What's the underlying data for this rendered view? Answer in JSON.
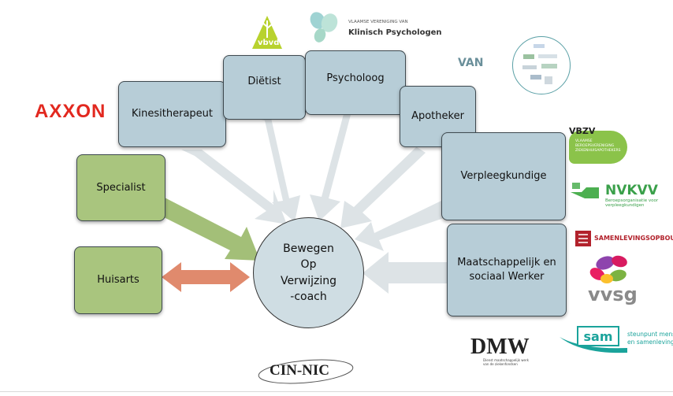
{
  "diagram": {
    "center": {
      "line1": "Bewegen",
      "line2": "Op",
      "line3": "Verwijzing",
      "line4": "-coach"
    },
    "nodes": {
      "kinesitherapeut": "Kinesitherapeut",
      "dietist": "Diëtist",
      "psycholoog": "Psycholoog",
      "apotheker": "Apotheker",
      "verpleegkundige": "Verpleegkundige",
      "maatschappelijk_line1": "Maatschappelijk en",
      "maatschappelijk_line2": "sociaal Werker",
      "specialist": "Specialist",
      "huisarts": "Huisarts"
    },
    "colors": {
      "blue_box": "#b7cdd7",
      "green_box": "#a9c57e",
      "arrow_light": "#dde3e6",
      "arrow_green": "#a3bf78",
      "arrow_red": "#e08a6d"
    }
  },
  "logos": {
    "axxon": "AXXON",
    "vbvd": "vbvd",
    "vvkp_line1": "VLAAMSE VERENIGING VAN",
    "vvkp_line2": "Klinisch Psychologen",
    "van": "VAN",
    "vbzv_title": "VBZV",
    "vbzv_sub": "VLAAMSE BEROEPSVERENIGING ZIEKENHUISAPOTHEKERS",
    "nvkvv_title": "NVKVV",
    "nvkvv_sub1": "Beroepsorganisatie voor",
    "nvkvv_sub2": "verpleegkundigen",
    "samenlevingsopbouw": "SAMENLEVINGSOPBOUW",
    "vvsg": "vvsg",
    "dmw_title": "DMW",
    "dmw_sub": "Dienst maatschappelijk werk van de ziekenfondsen",
    "sam": "sam",
    "sam_sub1": "steunpunt mens",
    "sam_sub2": "en samenleving",
    "cin_nic": "CIN-NIC"
  }
}
